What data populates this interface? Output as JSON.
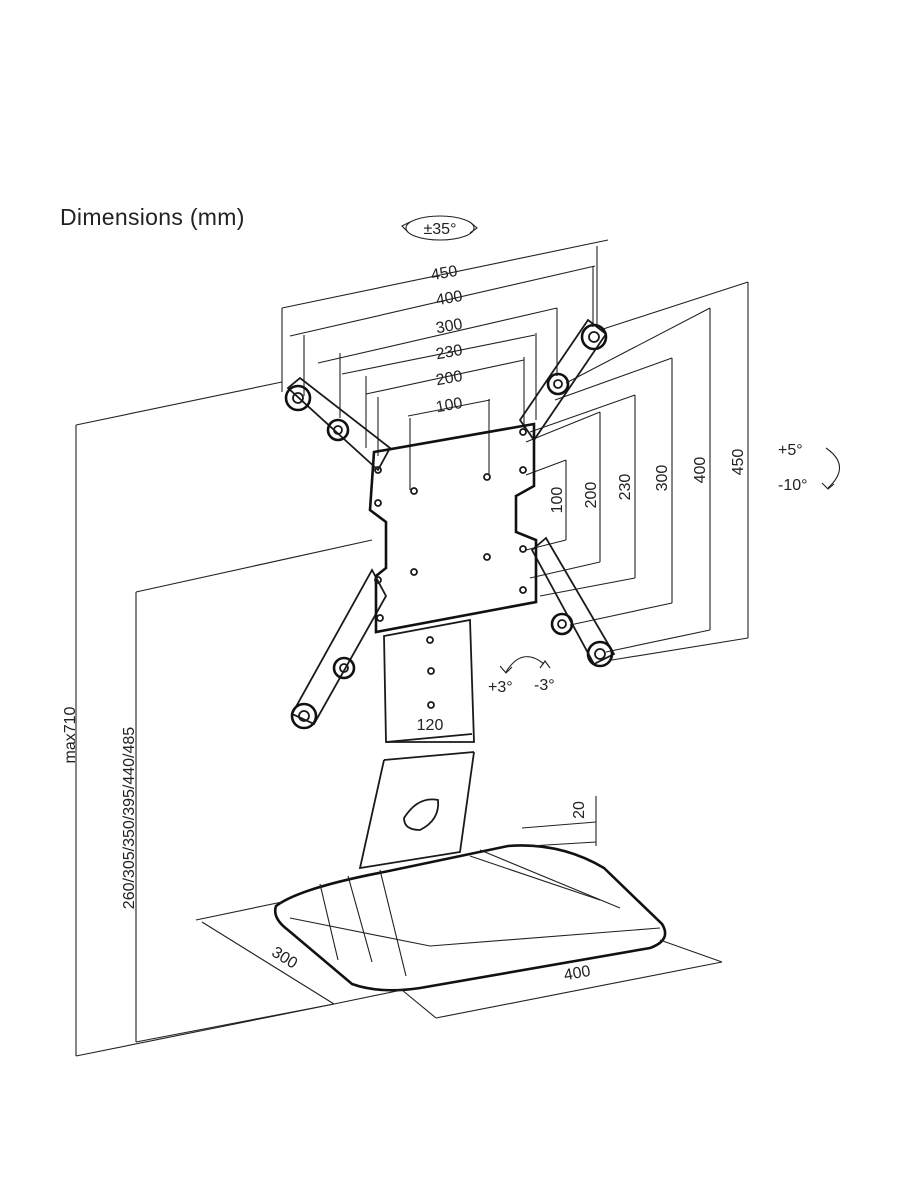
{
  "title": "Dimensions (mm)",
  "swivel": "±35°",
  "tilt": {
    "up": "+5°",
    "down": "-10°"
  },
  "rotation": {
    "left": "+3°",
    "right": "-3°"
  },
  "width_dims": [
    "450",
    "400",
    "300",
    "230",
    "200",
    "100"
  ],
  "height_dims": [
    "100",
    "200",
    "230",
    "300",
    "400",
    "450"
  ],
  "pole_spacing": "120",
  "base": {
    "thickness": "20",
    "depth": "300",
    "width": "400"
  },
  "heights": {
    "max": "max710",
    "adjustable": "260/305/350/395/440/485"
  }
}
